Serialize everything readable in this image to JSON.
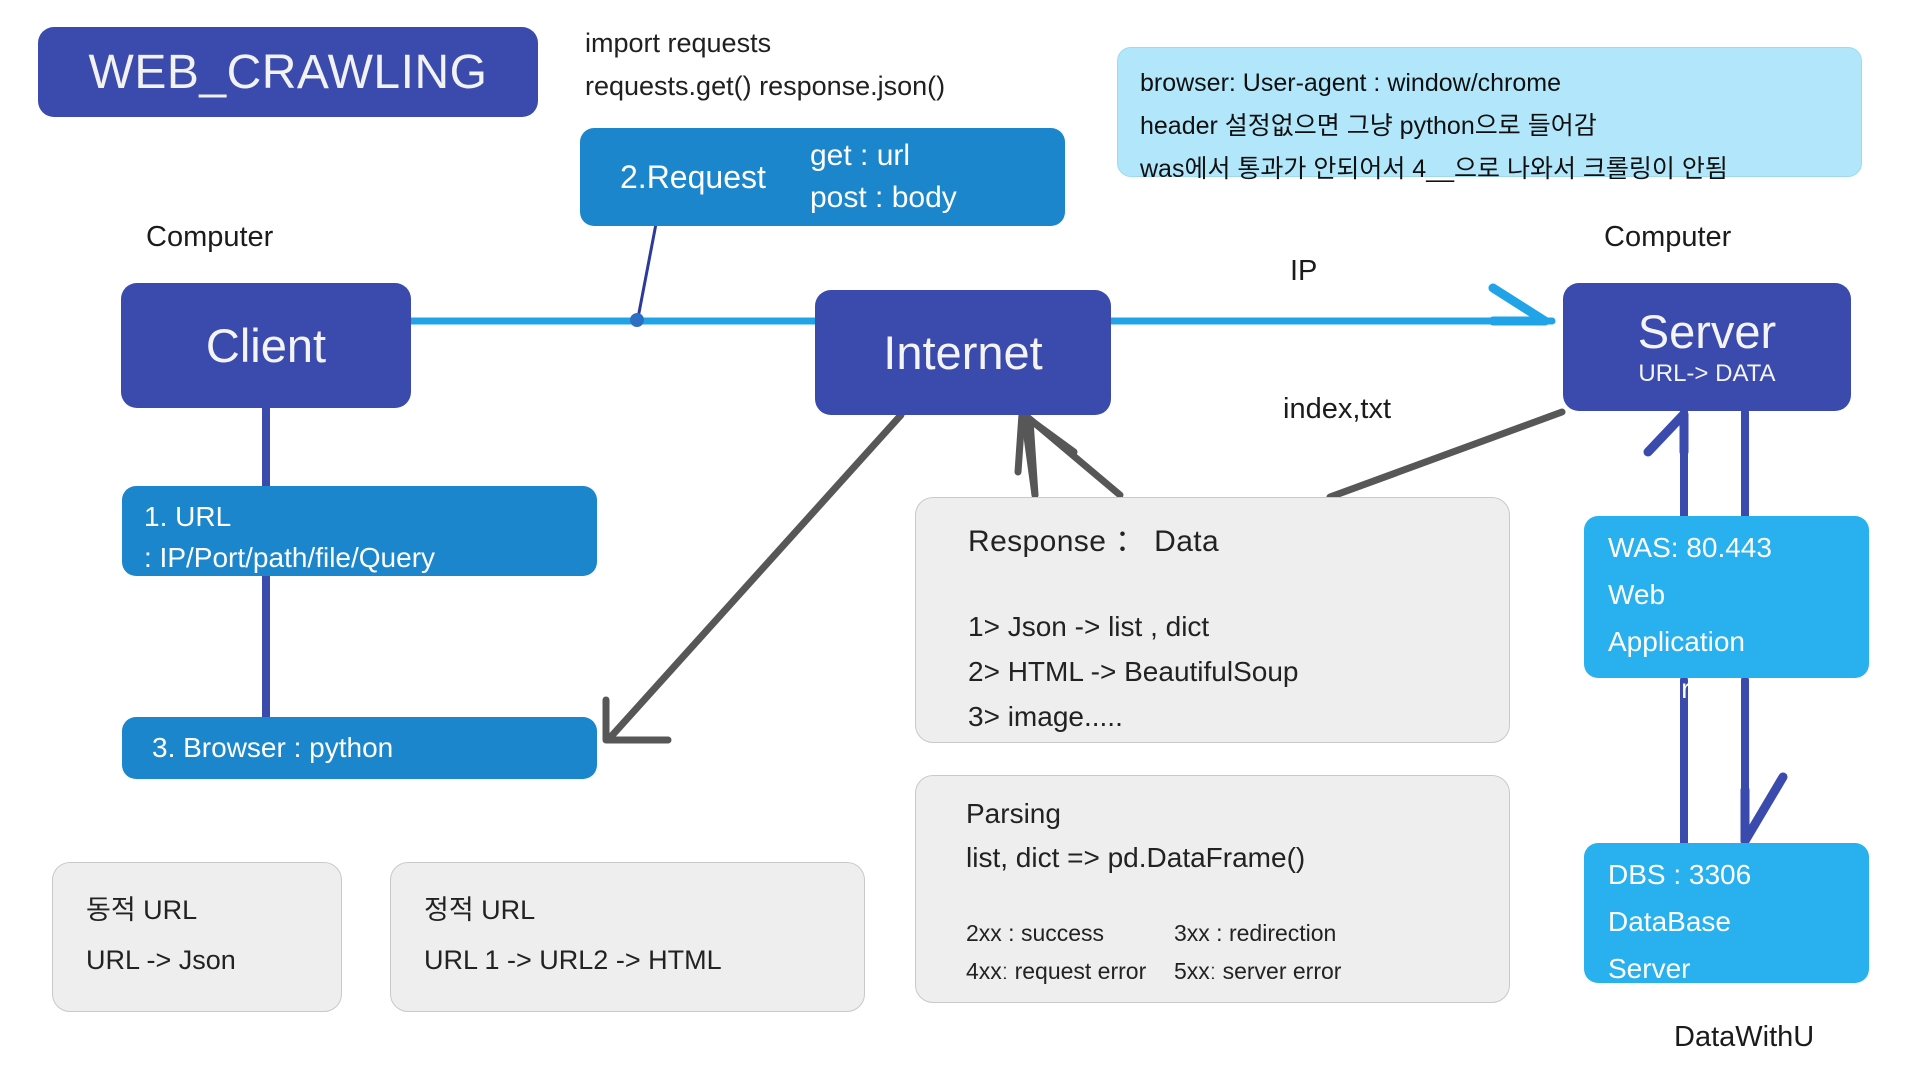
{
  "title": {
    "text": "WEB_CRAWLING"
  },
  "code_snippet": {
    "line1": "import requests",
    "line2": "requests.get()   response.json()"
  },
  "request_box": {
    "label": "2.Request",
    "line1": "get  :  url",
    "line2": "post : body"
  },
  "note_box": {
    "line1": "browser: User-agent : window/chrome",
    "line2": "header 설정없으면 그냥 python으로 들어감",
    "line3": "was에서 통과가 안되어서 4__으로  나와서 크롤링이 안됨"
  },
  "captions": {
    "client_computer": "Computer",
    "server_computer": "Computer",
    "ip_label": "IP",
    "index_label": "index,txt"
  },
  "nodes": {
    "client": {
      "title": "Client"
    },
    "internet": {
      "title": "Internet"
    },
    "server": {
      "title": "Server",
      "subtitle": "URL-> DATA"
    }
  },
  "url_box": {
    "line1": "1. URL",
    "line2": ": IP/Port/path/file/Query"
  },
  "browser_box": {
    "text": "3. Browser : python"
  },
  "was_box": {
    "line1": "WAS: 80.443",
    "line2": "Web",
    "line3": "Application",
    "line4": "Server"
  },
  "dbs_box": {
    "line1": "DBS : 3306",
    "line2": "DataBase",
    "line3": "Server"
  },
  "response_box": {
    "heading": "Response ： Data",
    "item1": "1> Json   -> list , dict",
    "item2": "2> HTML -> BeautifulSoup",
    "item3": "3> image....."
  },
  "parsing_box": {
    "heading": "Parsing",
    "subheading": "list, dict => pd.DataFrame()",
    "codes": [
      {
        "left": "2xx : success",
        "right": "3xx : redirection"
      },
      {
        "left": "4xxː request error",
        "right": "5xxː server error"
      }
    ]
  },
  "dynamic_url_box": {
    "line1": "동적 URL",
    "line2": "URL -> Json"
  },
  "static_url_box": {
    "line1": "정적 URL",
    "line2": "URL 1 -> URL2 -> HTML"
  },
  "footer": {
    "text": "DataWithU"
  },
  "colors": {
    "dark_blue": "#3b4bad",
    "medium_blue": "#1c86cd",
    "light_blue_node": "#29b0ee",
    "note_blue": "#b2e7fb",
    "cyan_line": "#21a3e8",
    "gray_box": "#eeeeee",
    "gray_line": "#575757"
  }
}
